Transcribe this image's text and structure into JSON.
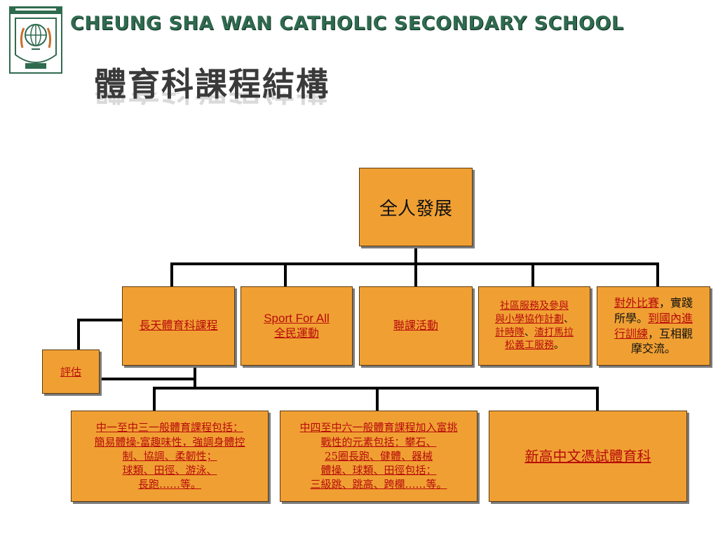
{
  "header": {
    "school_name": "CHEUNG SHA WAN CATHOLIC SECONDARY SCHOOL",
    "title": "體育科課程結構",
    "logo_icon": "school-crest-icon"
  },
  "colors": {
    "box_fill": "#f0a033",
    "link_text": "#b80c0c",
    "school_name": "#2f6b4f",
    "connector": "#000000"
  },
  "diagram": {
    "root": "全人發展",
    "middle": {
      "curriculum": "長天體育科課程",
      "sport_en": "Sport For All",
      "sport_zh": "全民運動",
      "ecas": "聯課活動",
      "service_1": "社區服務及參與",
      "service_2": "與小學協作計劃",
      "service_3": "、",
      "service_4": "計時隊",
      "service_5": "、",
      "service_6": "渣打馬拉",
      "service_7": "松義工服務",
      "service_8": "。",
      "comp_1": "對外比賽",
      "comp_2": "，實踐",
      "comp_3": "所學。",
      "comp_4": "到國內進",
      "comp_5": "行訓練",
      "comp_6": "，互相觀",
      "comp_7": "摩交流。"
    },
    "assessment": "評估",
    "bottom": {
      "junior_1": "中一至中三一般體育課程包括：",
      "junior_2": "簡易體操-富趣味性，強調身體控",
      "junior_3": "制、協調、柔韌性；",
      "junior_4": "球類、田徑、游泳、",
      "junior_5": "長跑……等。",
      "senior_1": "中四至中六一般體育課程加入富挑",
      "senior_2": "戰性的元素包括：攀石、",
      "senior_3": "25圈長跑、健體、器械",
      "senior_4": "體操、球類、田徑包括：",
      "senior_5": "三級跳、跳高、跨欄……等。",
      "dse": "新高中文憑試體育科"
    }
  }
}
